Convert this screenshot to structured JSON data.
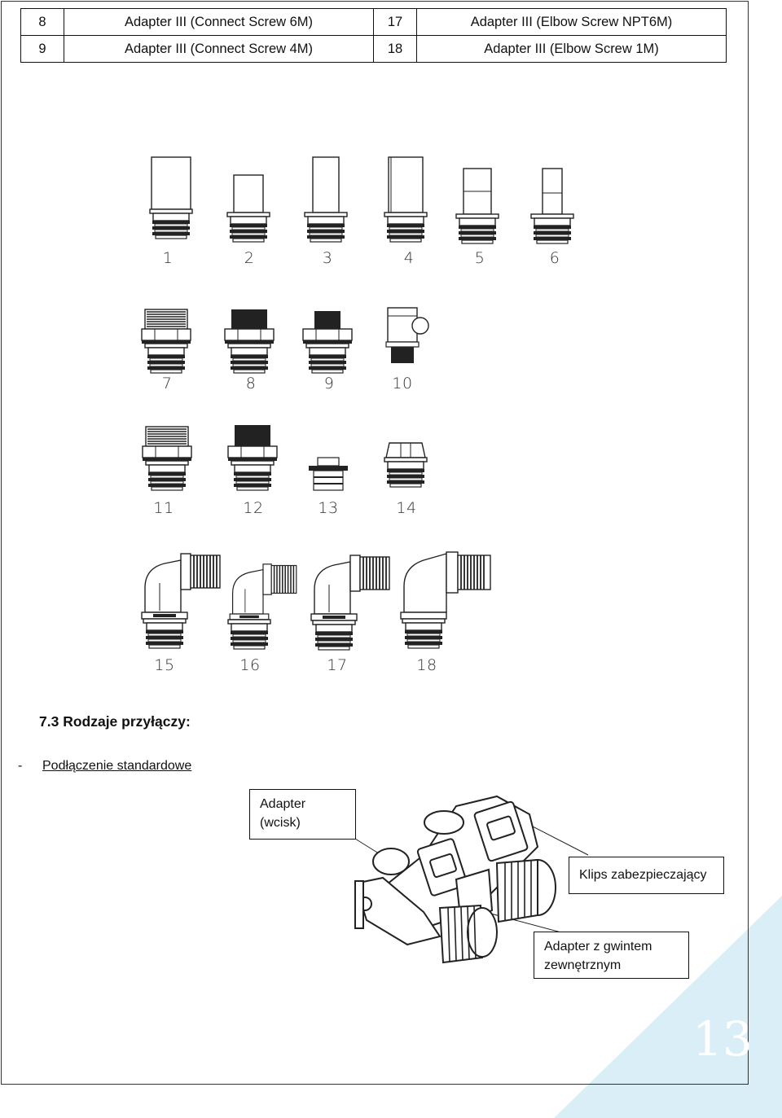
{
  "parts_table": [
    {
      "num_left": "8",
      "desc_left": "Adapter III (Connect Screw 6M)",
      "num_right": "17",
      "desc_right": "Adapter III (Elbow Screw NPT6M)"
    },
    {
      "num_left": "9",
      "desc_left": "Adapter III (Connect Screw 4M)",
      "num_right": "18",
      "desc_right": "Adapter III (Elbow Screw 1M)"
    }
  ],
  "fitting_labels": [
    "1",
    "2",
    "3",
    "4",
    "5",
    "6",
    "7",
    "8",
    "9",
    "10",
    "11",
    "12",
    "13",
    "14",
    "15",
    "16",
    "17",
    "18"
  ],
  "section": {
    "heading": "7.3 Rodzaje przyłączy:",
    "list_dash": "-",
    "list_item": "Podłączenie standardowe"
  },
  "callouts": {
    "adapter_push": "Adapter (wcisk)",
    "safety_clip": "Klips zabezpieczający",
    "external_thread": "Adapter z gwintem zewnętrznym"
  },
  "page_number": "13",
  "colors": {
    "corner_accent": "#daeef7",
    "line": "#333333"
  }
}
